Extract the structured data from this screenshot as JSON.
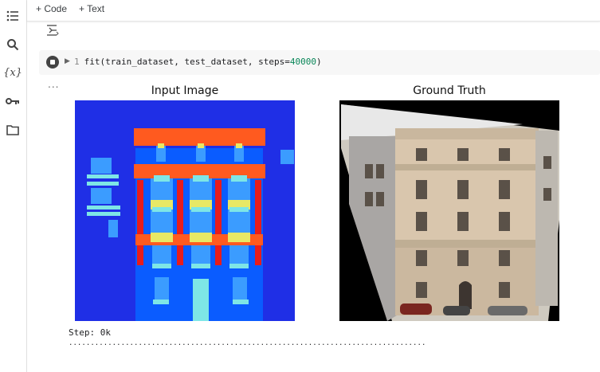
{
  "toolbar": {
    "add_code_label": "+ Code",
    "add_text_label": "+ Text"
  },
  "sidebar": {
    "items": [
      {
        "icon": "table-of-contents-icon"
      },
      {
        "icon": "search-icon"
      },
      {
        "icon": "variables-icon",
        "label": "{x}"
      },
      {
        "icon": "key-icon"
      },
      {
        "icon": "folder-icon"
      }
    ]
  },
  "cell": {
    "line_number": "1",
    "code_prefix": "fit(train_dataset, test_dataset, steps=",
    "code_number": "40000",
    "code_suffix": ")"
  },
  "output": {
    "more_label": "...",
    "input_title": "Input Image",
    "truth_title": "Ground Truth",
    "step_text": "Step: 0k",
    "progress_dots": ".................................................................................."
  },
  "colors": {
    "segmentation_background": "#1f2fe6",
    "facade_blue": "#0a5cff",
    "orange": "#ff5a1f",
    "cyan": "#7ee6e6",
    "yellow": "#e8e865",
    "red": "#e81c1c",
    "light_blue": "#3b9cff"
  }
}
